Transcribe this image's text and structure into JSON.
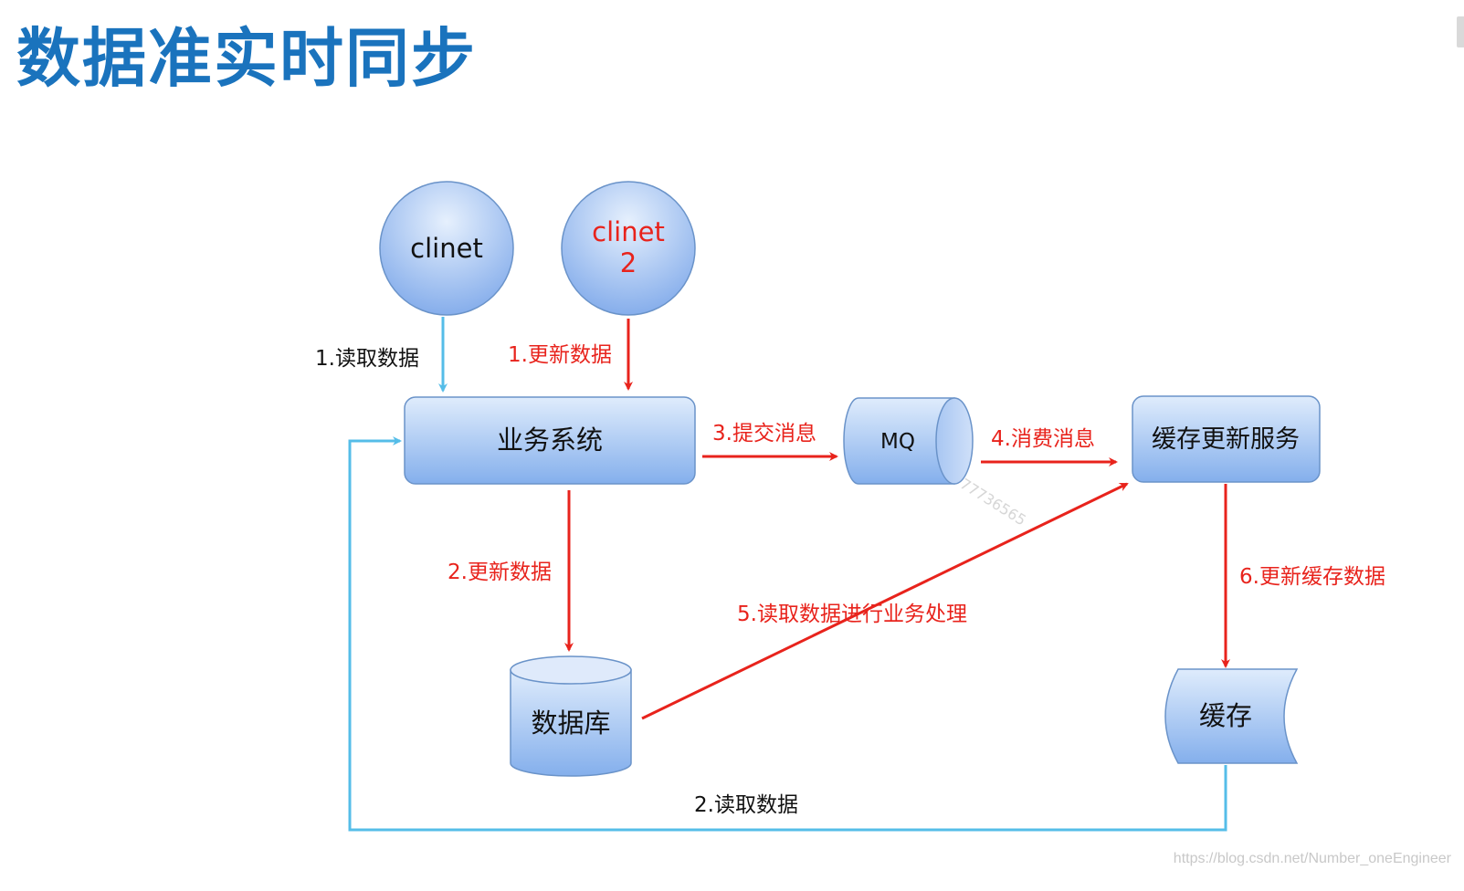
{
  "title": "数据准实时同步",
  "nodes": {
    "client1": "clinet",
    "client2_line1": "clinet",
    "client2_line2": "2",
    "business": "业务系统",
    "mq": "MQ",
    "cache_service": "缓存更新服务",
    "database": "数据库",
    "cache": "缓存"
  },
  "edges": {
    "read1": "1.读取数据",
    "update1": "1.更新数据",
    "commit_msg": "3.提交消息",
    "consume_msg": "4.消费消息",
    "update2": "2.更新数据",
    "read_process": "5.读取数据进行业务处理",
    "update_cache": "6.更新缓存数据",
    "read2": "2.读取数据"
  },
  "faint_text": "77736565",
  "watermark": "https://blog.csdn.net/Number_oneEngineer",
  "colors": {
    "title": "#1a73bd",
    "red": "#e8231c",
    "blue_line": "#55bde8",
    "node_top": "#dbe9fb",
    "node_bottom": "#86b1ec",
    "node_stroke": "#6a93c9"
  }
}
